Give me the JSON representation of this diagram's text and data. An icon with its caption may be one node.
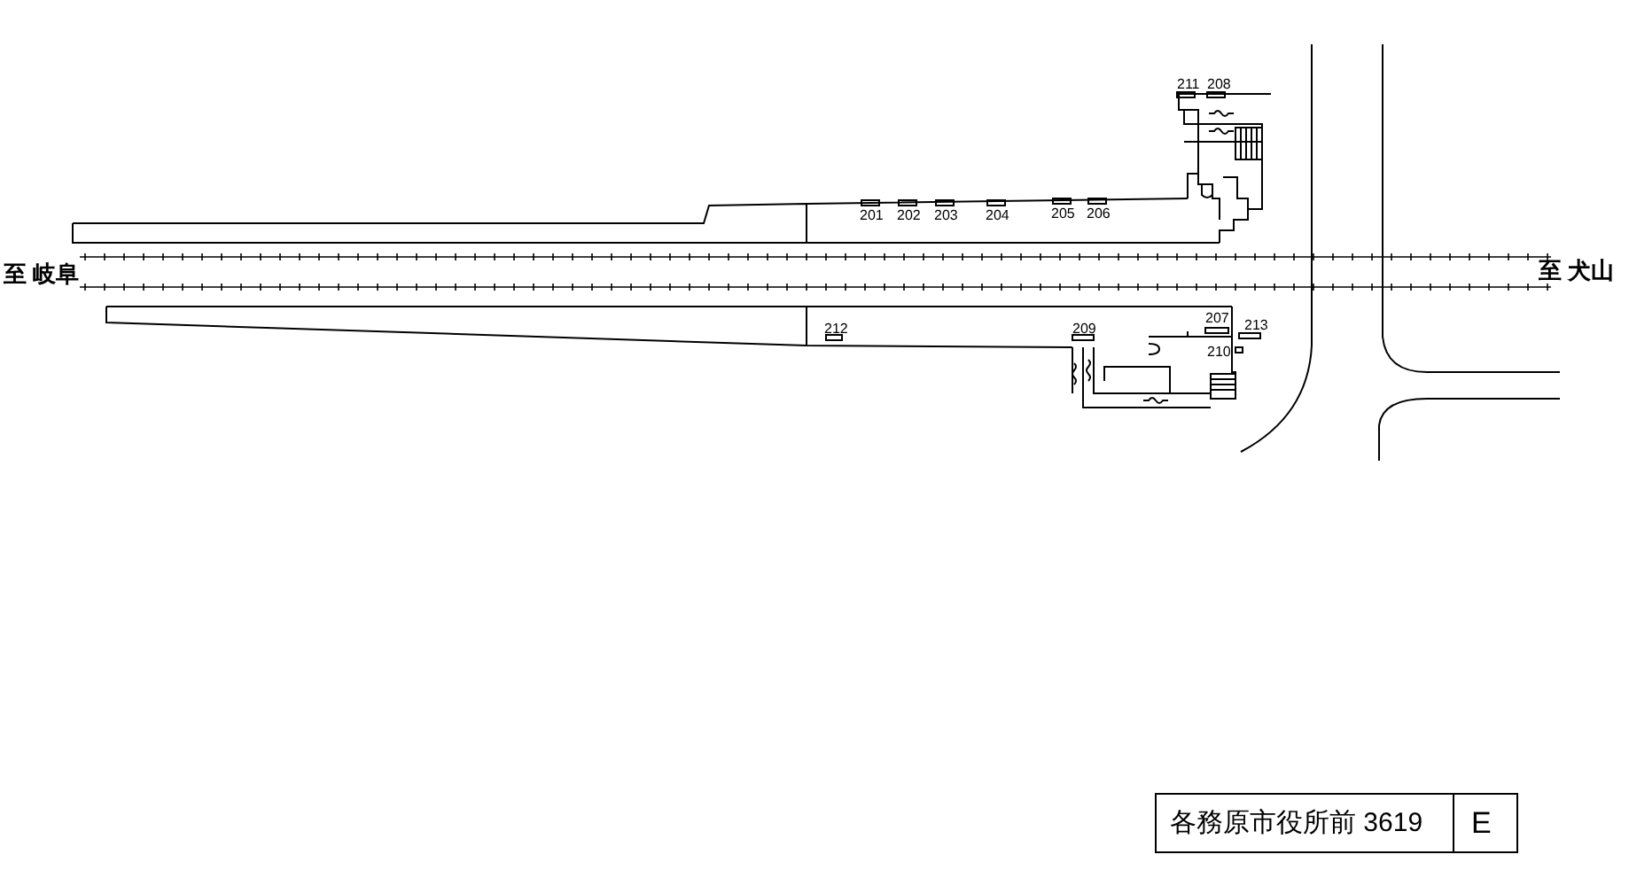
{
  "diagram": {
    "labels": [
      "211",
      "208",
      "201",
      "202",
      "203",
      "204",
      "205",
      "206",
      "至 岐阜",
      "至 犬山",
      "212",
      "209",
      "207",
      "213",
      "210",
      "各務原市役所前 3619",
      "E"
    ]
  }
}
